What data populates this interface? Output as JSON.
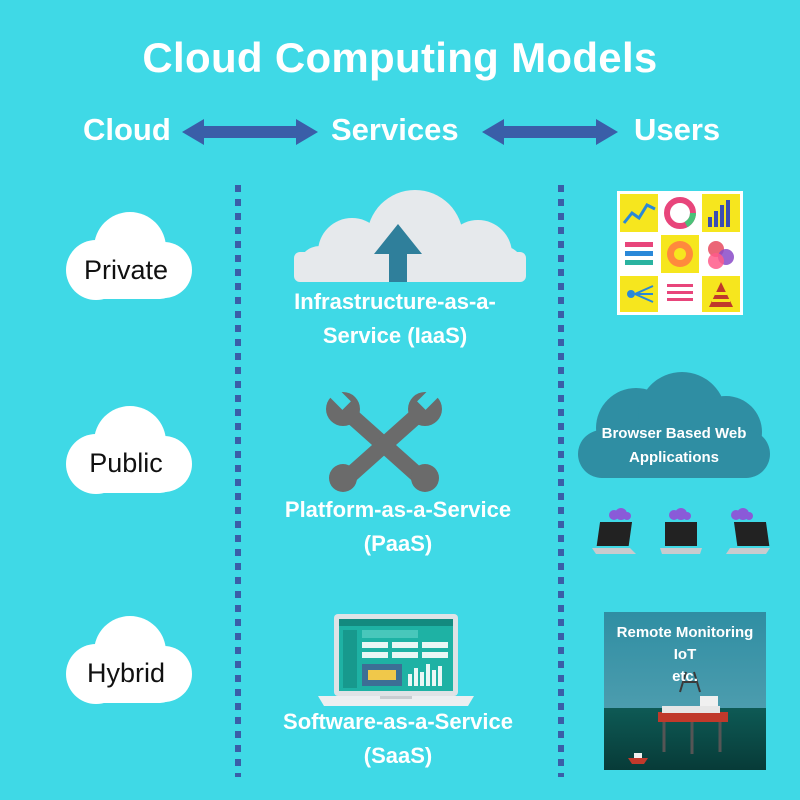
{
  "title": "Cloud Computing Models",
  "headers": {
    "cloud": "Cloud",
    "services": "Services",
    "users": "Users"
  },
  "clouds": {
    "private": "Private",
    "public": "Public",
    "hybrid": "Hybrid"
  },
  "services": {
    "iaas_line1": "Infrastructure-as-a-",
    "iaas_line2": "Service (IaaS)",
    "paas_line1": "Platform-as-a-Service",
    "paas_line2": "(PaaS)",
    "saas_line1": "Software-as-a-Service",
    "saas_line2": "(SaaS)"
  },
  "users": {
    "browser_line1": "Browser Based Web",
    "browser_line2": "Applications",
    "remote_line1": "Remote Monitoring",
    "remote_line2": "IoT",
    "remote_line3": "etc."
  },
  "colors": {
    "background": "#3fd9e6",
    "arrow": "#3a5ea8",
    "dark_teal": "#2f8ea3",
    "gray_icon": "#6b6b6b"
  },
  "icons": [
    "double-arrow-icon",
    "upload-cloud-icon",
    "wrench-cross-icon",
    "laptop-dashboard-icon",
    "analytics-tiles-icon",
    "laptop-icon",
    "oil-rig-photo"
  ]
}
